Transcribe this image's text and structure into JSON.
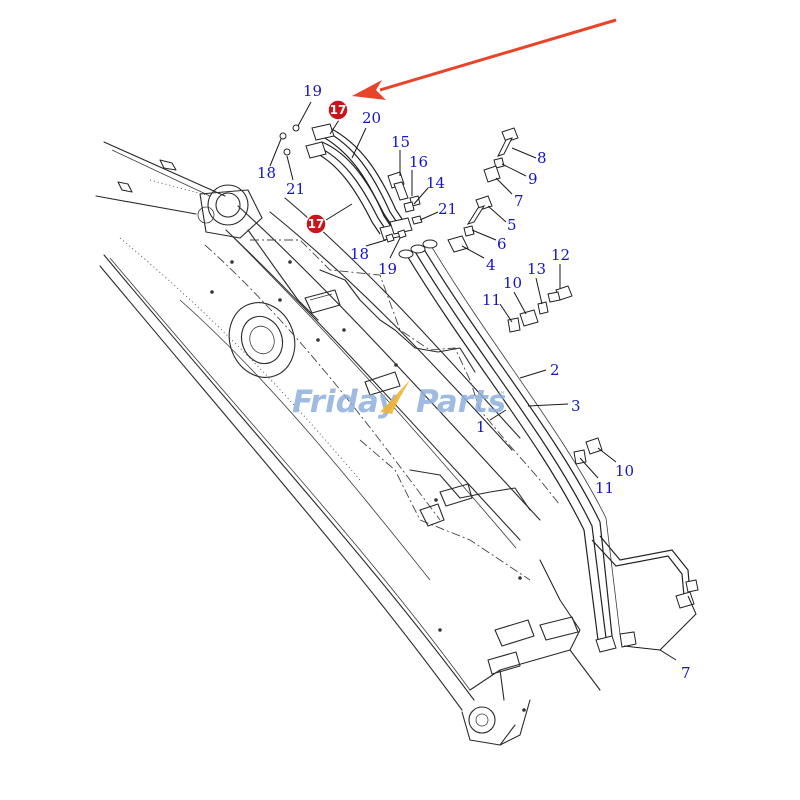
{
  "watermark": {
    "word1": "Friday",
    "word2": "Parts",
    "tm": "™",
    "color_main": "#8fb0dd",
    "color_accent": "#f0b534"
  },
  "highlight": {
    "badge_color": "#c8151b",
    "arrow_color": "#e8442a",
    "badge_label": "17"
  },
  "labels": {
    "p1": "1",
    "p2": "2",
    "p3": "3",
    "p4": "4",
    "p5": "5",
    "p6": "6",
    "p7a": "7",
    "p7b": "7",
    "p8": "8",
    "p9": "9",
    "p10a": "10",
    "p10b": "10",
    "p11a": "11",
    "p11b": "11",
    "p12": "12",
    "p13": "13",
    "p14": "14",
    "p15": "15",
    "p16": "16",
    "p18a": "18",
    "p18b": "18",
    "p19a": "19",
    "p19b": "19",
    "p20": "20",
    "p21a": "21",
    "p21b": "21"
  },
  "label_color": "#1414c8"
}
